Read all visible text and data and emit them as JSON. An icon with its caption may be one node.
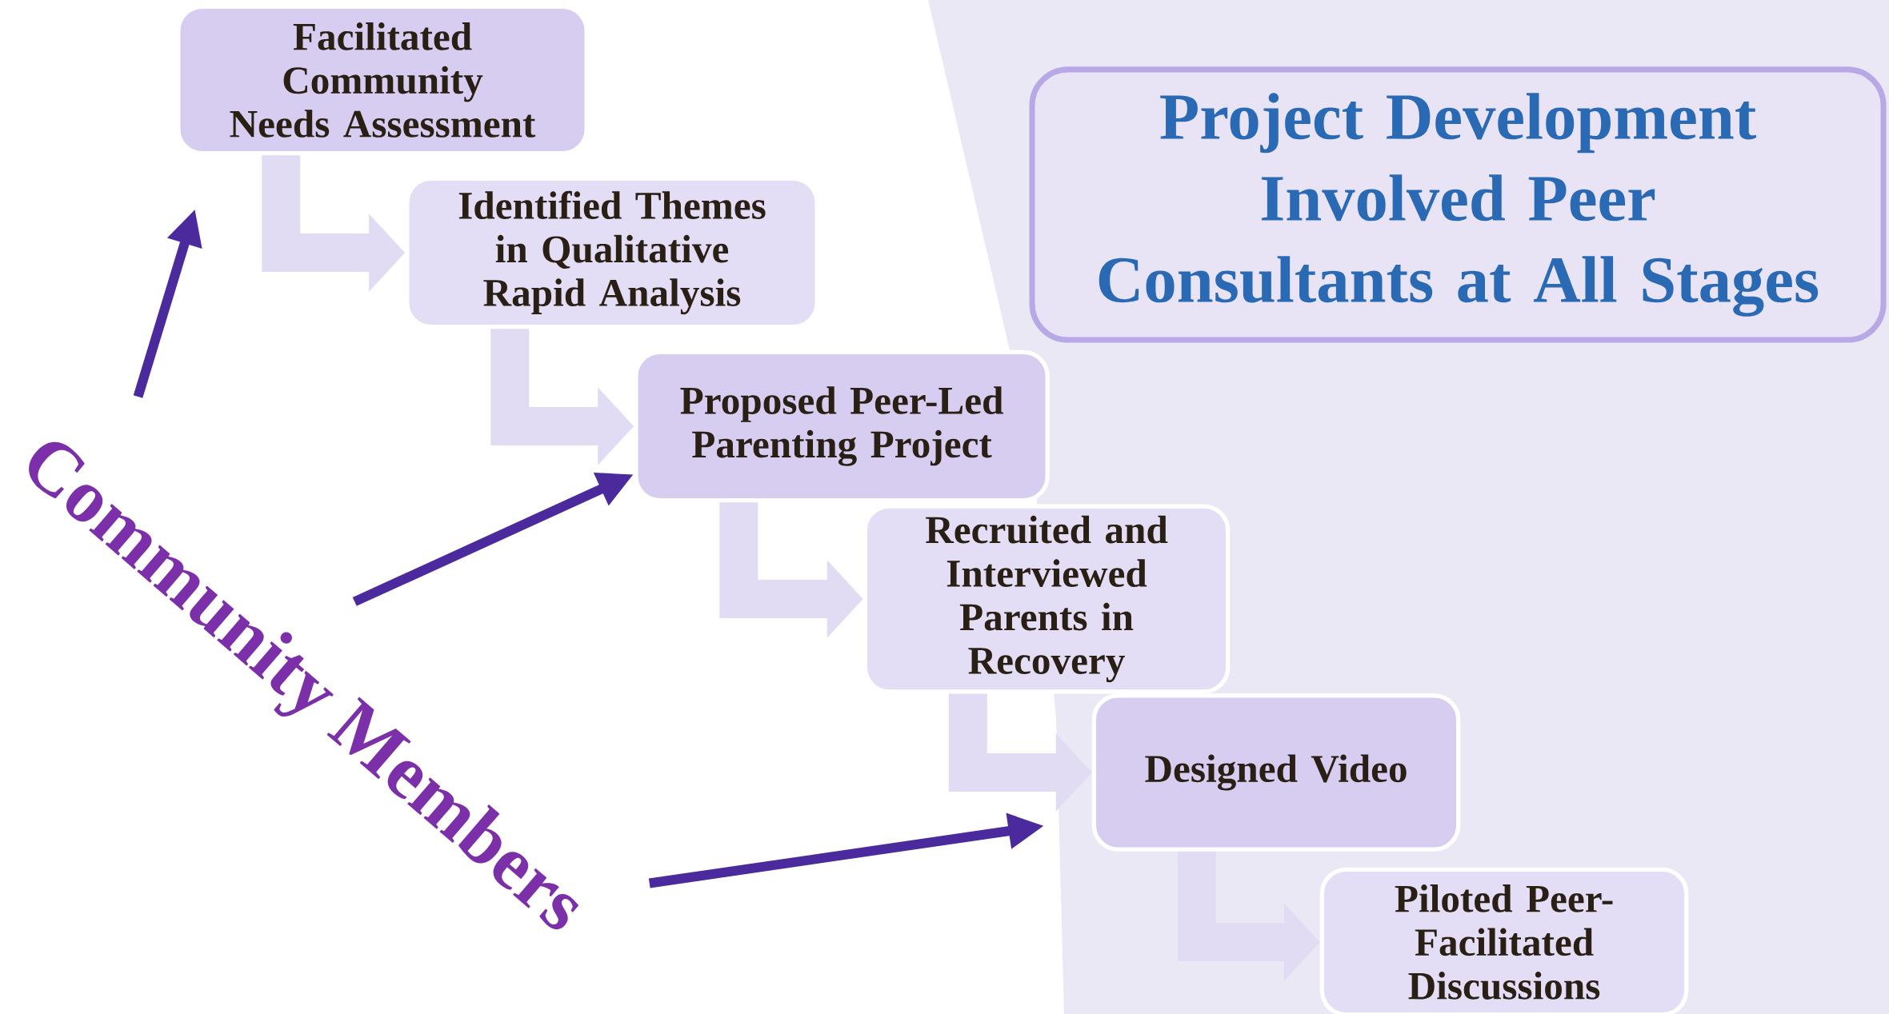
{
  "diagram": {
    "title": "Project Development Involved Peer Consultants at All Stages",
    "nodes": [
      {
        "text": [
          "Facilitated Community Needs Assessment"
        ]
      },
      {
        "text": [
          "Identified Themes in Qualitative Rapid Analysis"
        ]
      },
      {
        "text": [
          "Proposed Peer-Led Parenting Project"
        ]
      },
      {
        "text": [
          "Recruited and Interviewed Parents in Recovery"
        ]
      },
      {
        "text": [
          "Designed Video"
        ]
      },
      {
        "text": [
          "Piloted Peer-Facilitated Discussions"
        ]
      },
      {
        "text": [
          "Community Members"
        ]
      }
    ],
    "edges": [
      {
        "from": 0,
        "to": 1,
        "arrow": "to"
      },
      {
        "from": 1,
        "to": 2,
        "arrow": "to"
      },
      {
        "from": 2,
        "to": 3,
        "arrow": "to"
      },
      {
        "from": 3,
        "to": 4,
        "arrow": "to"
      },
      {
        "from": 4,
        "to": 5,
        "arrow": "to"
      },
      {
        "from": 6,
        "to": 0,
        "arrow": "to",
        "color": "#4a2a9c"
      },
      {
        "from": 6,
        "to": 2,
        "arrow": "to",
        "color": "#4a2a9c"
      },
      {
        "from": 6,
        "to": 4,
        "arrow": "to",
        "color": "#4a2a9c"
      }
    ]
  }
}
